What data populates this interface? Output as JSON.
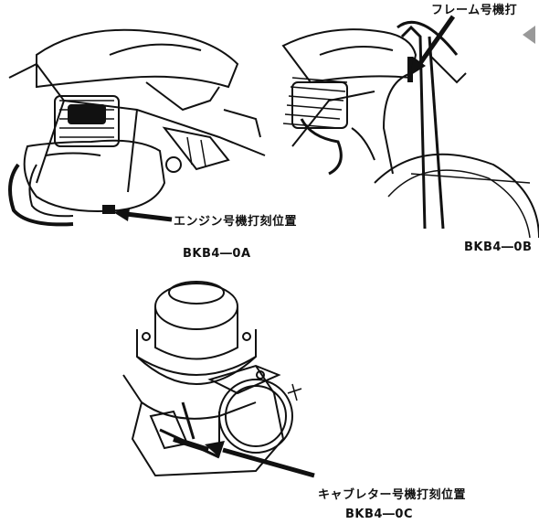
{
  "engine": {
    "label": "エンジン号機打刻位置",
    "code": "BKB4―0A"
  },
  "frame": {
    "label": "フレーム号機打",
    "code": "BKB4―0B"
  },
  "carburetor": {
    "label": "キャブレター号機打刻位置",
    "code": "BKB4―0C"
  }
}
